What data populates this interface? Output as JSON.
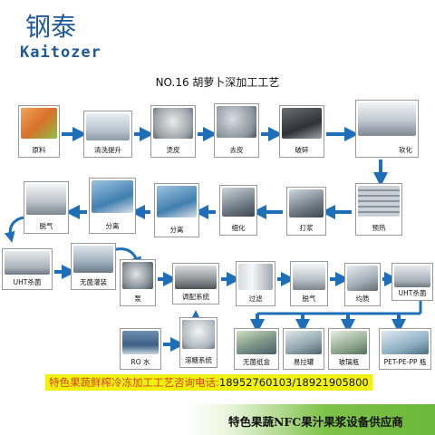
{
  "brand": {
    "name_cn": "钢泰",
    "name_en": "Kaitozer"
  },
  "title": "NO.16 胡萝卜深加工工艺",
  "steps": {
    "raw": "原料",
    "wash": "清洗提升",
    "blanch": "烫皮",
    "peel": "去皮",
    "crush": "破碎",
    "soften": "软化",
    "preheat": "预热",
    "pulp": "打浆",
    "refine": "细化",
    "separate1": "分离",
    "separate2": "分离",
    "degas1": "脱气",
    "uht1": "UHT杀菌",
    "aseptic": "无菌灌装",
    "pump": "泵",
    "blend": "调配系统",
    "filter": "过滤",
    "degas2": "脱气",
    "homogenize": "均质",
    "uht2": "UHT杀菌",
    "ro": "RO 水",
    "sugar": "溶糖系统",
    "carton": "无菌纸盒",
    "can": "易拉罐",
    "glass": "玻璃瓶",
    "pet": "PET-PE-PP 瓶"
  },
  "contact": {
    "label": "特色果蔬鲜榨冷冻加工工艺咨询电话:",
    "phone": "18952760103/18921905800"
  },
  "banner": "特色果蔬NFC果汁果浆设备供应商",
  "colors": {
    "brand": "#1f5a96",
    "arrow": "#1f6fb8",
    "highlight": "#f1f20c",
    "contact_label": "#d7421a",
    "banner_green": "#6bb83a"
  }
}
